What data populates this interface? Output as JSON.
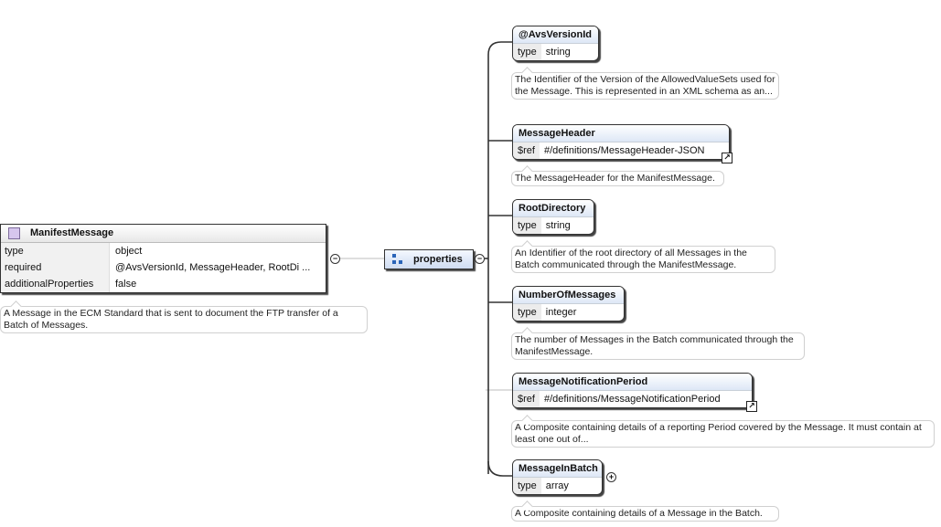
{
  "root": {
    "title": "ManifestMessage",
    "rows": [
      {
        "key": "type",
        "value": "object"
      },
      {
        "key": "required",
        "value": "@AvsVersionId, MessageHeader, RootDi ..."
      },
      {
        "key": "additionalProperties",
        "value": "false"
      }
    ],
    "description": "A Message in the ECM Standard that is sent to document the FTP transfer of a Batch of Messages."
  },
  "properties_label": "properties",
  "expand_symbols": {
    "collapse": "−",
    "expand": "+"
  },
  "properties": [
    {
      "name": "@AvsVersionId",
      "key": "type",
      "value": "string",
      "description": "The Identifier of the Version of the AllowedValueSets used for the Message. This is represented in an XML schema as an..."
    },
    {
      "name": "MessageHeader",
      "key": "$ref",
      "value": "#/definitions/MessageHeader-JSON",
      "description": "The MessageHeader for the ManifestMessage."
    },
    {
      "name": "RootDirectory",
      "key": "type",
      "value": "string",
      "description": "An Identifier of the root directory of all Messages in the Batch communicated through the ManifestMessage."
    },
    {
      "name": "NumberOfMessages",
      "key": "type",
      "value": "integer",
      "description": "The number of Messages in the Batch communicated through the ManifestMessage."
    },
    {
      "name": "MessageNotificationPeriod",
      "key": "$ref",
      "value": "#/definitions/MessageNotificationPeriod",
      "description": "A Composite containing details of a reporting Period covered by the Message. It must contain at least one out of..."
    },
    {
      "name": "MessageInBatch",
      "key": "type",
      "value": "array",
      "description": "A Composite containing details of a Message in the Batch."
    }
  ]
}
